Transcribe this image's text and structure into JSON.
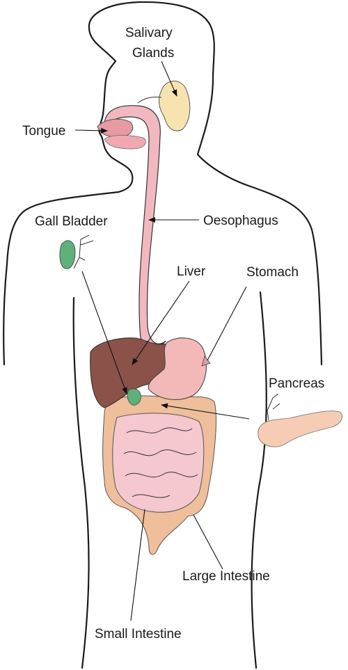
{
  "labels": {
    "salivary_line1": "Salivary",
    "salivary_line2": "Glands",
    "tongue": "Tongue",
    "gall_bladder": "Gall Bladder",
    "oesophagus": "Oesophagus",
    "liver": "Liver",
    "stomach": "Stomach",
    "pancreas": "Pancreas",
    "large_intestine": "Large Intestine",
    "small_intestine": "Small Intestine"
  },
  "colors": {
    "oesophagus": "#f2b8bf",
    "salivary": "#f7e3b0",
    "tongue": "#e79aa2",
    "liver": "#8a5248",
    "stomach": "#f3b9b8",
    "gall_bladder": "#5fb07a",
    "pancreas": "#f6cdb4",
    "large_intestine": "#eebf9a",
    "small_intestine": "#f5c7cf"
  }
}
